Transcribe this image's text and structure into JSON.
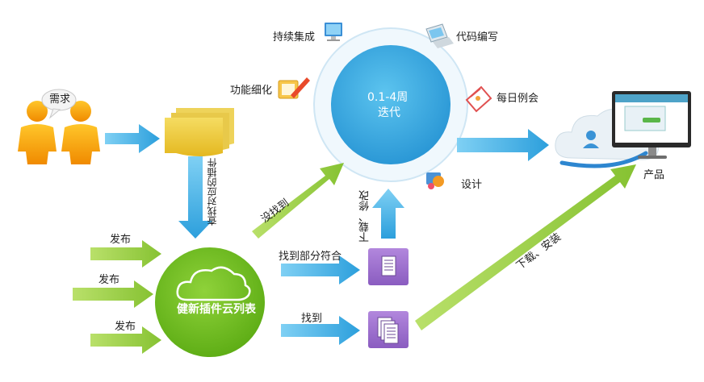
{
  "demand_label": "需求",
  "iteration": {
    "line1": "0.1-4周",
    "line2": "迭代"
  },
  "activities": {
    "ci": "持续集成",
    "coding": "代码编写",
    "refine": "功能细化",
    "standup": "每日例会",
    "design": "设计"
  },
  "product_label": "产品",
  "cloud_label": "健新插件云列表",
  "arrows": {
    "search_plugin": "查找对应的插件",
    "not_found": "没找到",
    "download_modify": "下载、修改",
    "found_partial": "找到部分符合",
    "found": "找到",
    "download_install": "下载、安装",
    "publish": "发布"
  },
  "colors": {
    "blue": "#4bb6e8",
    "green": "#8cc63f",
    "cloud_green": "#76c226",
    "purple": "#9b6fc9",
    "ring": "#e1f1fa",
    "paper": "#ecc93a"
  }
}
